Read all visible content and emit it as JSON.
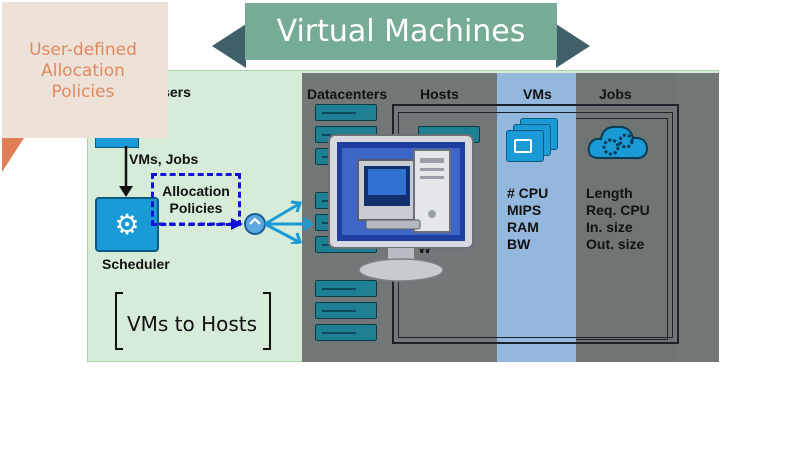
{
  "title": "Virtual Machines",
  "note": {
    "line1": "User-defined",
    "line2": "Allocation",
    "line3": "Policies"
  },
  "users_label": "Users",
  "flow_label": "VMs, Jobs",
  "allocation": {
    "line1": "Allocation",
    "line2": "Policies"
  },
  "scheduler_label": "Scheduler",
  "bracket_label": "VMs to Hosts",
  "columns": {
    "datacenters": "Datacenters",
    "hosts": "Hosts",
    "vms": "VMs",
    "jobs": "Jobs"
  },
  "host_partial": "W",
  "vm_attributes": [
    "# CPU",
    "MIPS",
    "RAM",
    "BW"
  ],
  "job_attributes": [
    "Length",
    "Req. CPU",
    "In. size",
    "Out. size"
  ],
  "icons": {
    "scheduler": "gear-icon",
    "dispatch": "network-fanout-icon",
    "vm": "vm-stack-icon",
    "jobs": "cloud-gears-icon",
    "overlay": "desktop-computer-icon",
    "datacenter": "server-rack-icon"
  },
  "colors": {
    "banner": "#76ab96",
    "banner_tail": "#3f6068",
    "note": "#eee2d8",
    "note_text": "#e0895f",
    "scheduler": "#1a9ad6",
    "allocation_border": "#1212d8",
    "vm_column": "#94b7dd"
  }
}
